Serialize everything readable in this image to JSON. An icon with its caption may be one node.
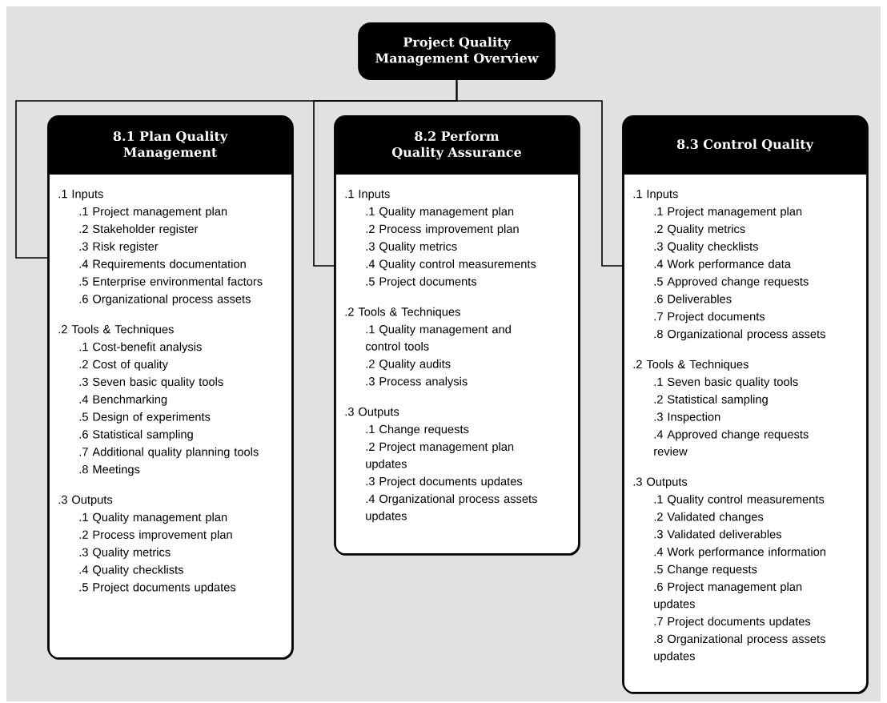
{
  "diagram": {
    "nodes": [
      {
        "text": [
          "Project Quality Management Overview"
        ]
      },
      {
        "text": [
          "8.1 Plan Quality Management",
          ".1 Inputs",
          ".1 Project management plan",
          ".2 Stakeholder register",
          ".3 Risk register",
          ".4 Requirements documentation",
          ".5 Enterprise environmental factors",
          ".6 Organizational process assets",
          ".2 Tools & Techniques",
          ".1 Cost-benefit analysis",
          ".2 Cost of quality",
          ".3 Seven basic quality tools",
          ".4 Benchmarking",
          ".5 Design of experiments",
          ".6 Statistical sampling",
          ".7 Additional quality planning tools",
          ".8 Meetings",
          ".3 Outputs",
          ".1 Quality management plan",
          ".2 Process improvement plan",
          ".3 Quality metrics",
          ".4 Quality checklists",
          ".5 Project documents updates"
        ]
      },
      {
        "text": [
          "8.2 Perform Quality Assurance",
          ".1 Inputs",
          ".1 Quality management plan",
          ".2 Process improvement plan",
          ".3 Quality metrics",
          ".4 Quality control measurements",
          ".5 Project documents",
          ".2 Tools & Techniques",
          ".1 Quality management and control tools",
          ".2 Quality audits",
          ".3 Process analysis",
          ".3 Outputs",
          ".1 Change requests",
          ".2 Project management plan updates",
          ".3 Project documents updates",
          ".4 Organizational process assets updates"
        ]
      },
      {
        "text": [
          "8.3 Control Quality",
          ".1 Inputs",
          ".1 Project management plan",
          ".2 Quality metrics",
          ".3 Quality checklists",
          ".4 Work performance data",
          ".5 Approved change requests",
          ".6 Deliverables",
          ".7 Project documents",
          ".8 Organizational process assets",
          ".2 Tools & Techniques",
          ".1 Seven basic quality tools",
          ".2 Statistical sampling",
          ".3 Inspection",
          ".4 Approved change requests review",
          ".3 Outputs",
          ".1 Quality control measurements",
          ".2 Validated changes",
          ".3 Validated deliverables",
          ".4 Work performance information",
          ".5 Change requests",
          ".6 Project management plan updates",
          ".7 Project documents updates",
          ".8 Organizational process assets updates"
        ]
      }
    ],
    "edges": [
      {
        "from": 0,
        "to": 1,
        "arrow": "none"
      },
      {
        "from": 0,
        "to": 2,
        "arrow": "none"
      },
      {
        "from": 0,
        "to": 3,
        "arrow": "none"
      }
    ]
  }
}
